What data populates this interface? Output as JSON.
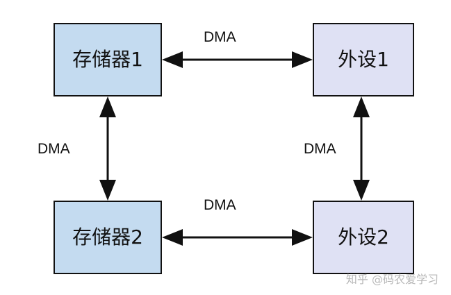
{
  "nodes": {
    "memory1": "存储器1",
    "device1": "外设1",
    "memory2": "存储器2",
    "device2": "外设2"
  },
  "edges": {
    "top": "DMA",
    "left": "DMA",
    "right": "DMA",
    "bottom": "DMA"
  },
  "watermark": "知乎 @码农爱学习",
  "colors": {
    "memory_box": "#c4dbf0",
    "device_box": "#dfe1f4",
    "stroke": "#111111",
    "watermark": "#b8b8b8"
  }
}
